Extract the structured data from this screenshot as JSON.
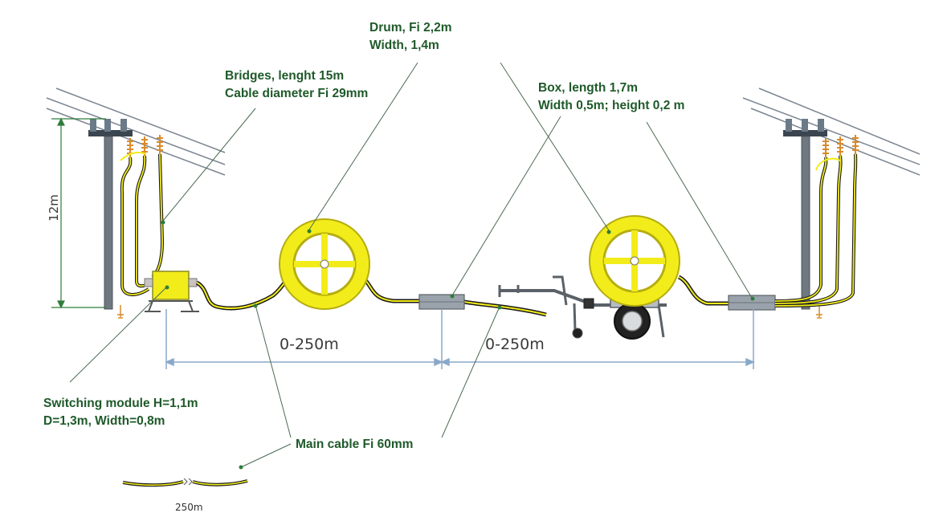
{
  "labels": {
    "drum": [
      "Drum, Fi 2,2m",
      "Width, 1,4m"
    ],
    "bridges": [
      "Bridges, lenght 15m",
      "Cable diameter Fi 29mm"
    ],
    "box": [
      "Box, length 1,7m",
      "Width 0,5m; height 0,2 m"
    ],
    "switching_module": [
      "Switching module H=1,1m",
      "D=1,3m, Width=0,8m"
    ],
    "main_cable": "Main cable Fi 60mm"
  },
  "dimensions": {
    "pole_height": "12m",
    "span_left": "0-250m",
    "span_right": "0-250m",
    "cable_sample_length": "250m"
  },
  "colors": {
    "label_green": "#1f5a2a",
    "cable_yellow": "#f2ec1a",
    "cable_black": "#1a1a1a",
    "pole_gray": "#6f7780",
    "dimension_blue": "#8aa8c8",
    "leader_line": "#4a6b52",
    "insulator_orange": "#d98a2b"
  }
}
